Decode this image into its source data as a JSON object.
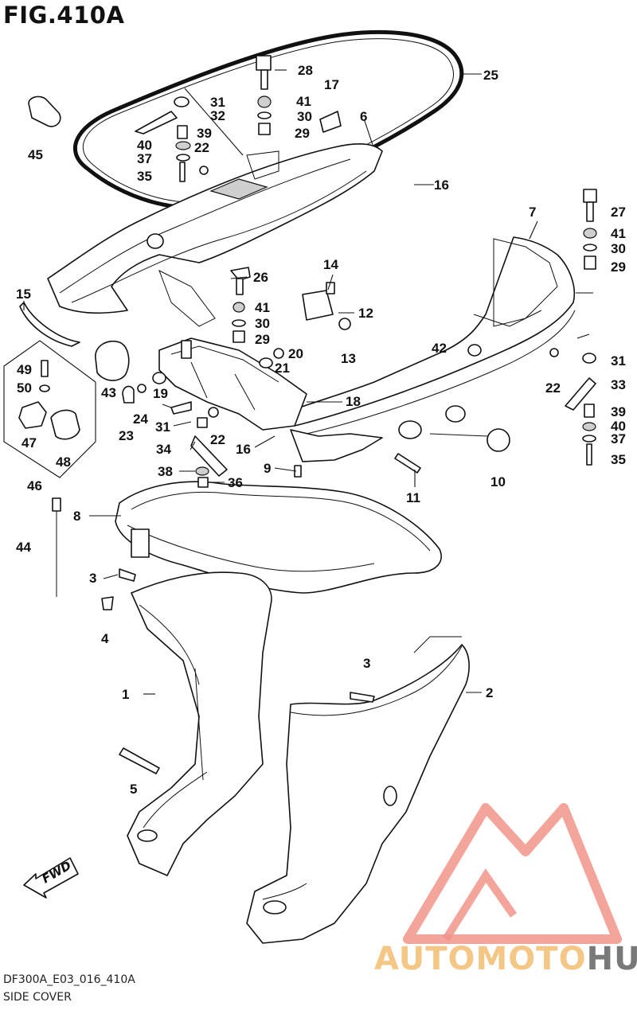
{
  "figure": {
    "title": "FIG.410A",
    "code": "DF300A_E03_016_410A",
    "name": "SIDE COVER"
  },
  "fwd_label": "FWD",
  "watermark": {
    "part1": "AUTOMOTO",
    "part2": "HUB",
    "color_primary": "#f08a7e",
    "color_accent": "#f3c179",
    "color_dark": "#6b6b6b"
  },
  "callouts": [
    {
      "id": "c1",
      "label": "1"
    },
    {
      "id": "c2",
      "label": "2"
    },
    {
      "id": "c3a",
      "label": "3"
    },
    {
      "id": "c3b",
      "label": "3"
    },
    {
      "id": "c4",
      "label": "4"
    },
    {
      "id": "c5",
      "label": "5"
    },
    {
      "id": "c6",
      "label": "6"
    },
    {
      "id": "c7",
      "label": "7"
    },
    {
      "id": "c8",
      "label": "8"
    },
    {
      "id": "c9",
      "label": "9"
    },
    {
      "id": "c10",
      "label": "10"
    },
    {
      "id": "c11",
      "label": "11"
    },
    {
      "id": "c12",
      "label": "12"
    },
    {
      "id": "c13",
      "label": "13"
    },
    {
      "id": "c14",
      "label": "14"
    },
    {
      "id": "c15",
      "label": "15"
    },
    {
      "id": "c16a",
      "label": "16"
    },
    {
      "id": "c16b",
      "label": "16"
    },
    {
      "id": "c17",
      "label": "17"
    },
    {
      "id": "c18",
      "label": "18"
    },
    {
      "id": "c19",
      "label": "19"
    },
    {
      "id": "c20",
      "label": "20"
    },
    {
      "id": "c21",
      "label": "21"
    },
    {
      "id": "c22a",
      "label": "22"
    },
    {
      "id": "c22b",
      "label": "22"
    },
    {
      "id": "c22c",
      "label": "22"
    },
    {
      "id": "c23",
      "label": "23"
    },
    {
      "id": "c24",
      "label": "24"
    },
    {
      "id": "c25",
      "label": "25"
    },
    {
      "id": "c26",
      "label": "26"
    },
    {
      "id": "c27",
      "label": "27"
    },
    {
      "id": "c28",
      "label": "28"
    },
    {
      "id": "c29a",
      "label": "29"
    },
    {
      "id": "c29b",
      "label": "29"
    },
    {
      "id": "c29c",
      "label": "29"
    },
    {
      "id": "c30a",
      "label": "30"
    },
    {
      "id": "c30b",
      "label": "30"
    },
    {
      "id": "c30c",
      "label": "30"
    },
    {
      "id": "c31a",
      "label": "31"
    },
    {
      "id": "c31b",
      "label": "31"
    },
    {
      "id": "c31c",
      "label": "31"
    },
    {
      "id": "c32",
      "label": "32"
    },
    {
      "id": "c33",
      "label": "33"
    },
    {
      "id": "c34",
      "label": "34"
    },
    {
      "id": "c35a",
      "label": "35"
    },
    {
      "id": "c35b",
      "label": "35"
    },
    {
      "id": "c36",
      "label": "36"
    },
    {
      "id": "c37a",
      "label": "37"
    },
    {
      "id": "c37b",
      "label": "37"
    },
    {
      "id": "c38",
      "label": "38"
    },
    {
      "id": "c39a",
      "label": "39"
    },
    {
      "id": "c39b",
      "label": "39"
    },
    {
      "id": "c40a",
      "label": "40"
    },
    {
      "id": "c40b",
      "label": "40"
    },
    {
      "id": "c41a",
      "label": "41"
    },
    {
      "id": "c41b",
      "label": "41"
    },
    {
      "id": "c41c",
      "label": "41"
    },
    {
      "id": "c42",
      "label": "42"
    },
    {
      "id": "c43",
      "label": "43"
    },
    {
      "id": "c44",
      "label": "44"
    },
    {
      "id": "c45",
      "label": "45"
    },
    {
      "id": "c46",
      "label": "46"
    },
    {
      "id": "c47",
      "label": "47"
    },
    {
      "id": "c48",
      "label": "48"
    },
    {
      "id": "c49",
      "label": "49"
    },
    {
      "id": "c50",
      "label": "50"
    }
  ]
}
